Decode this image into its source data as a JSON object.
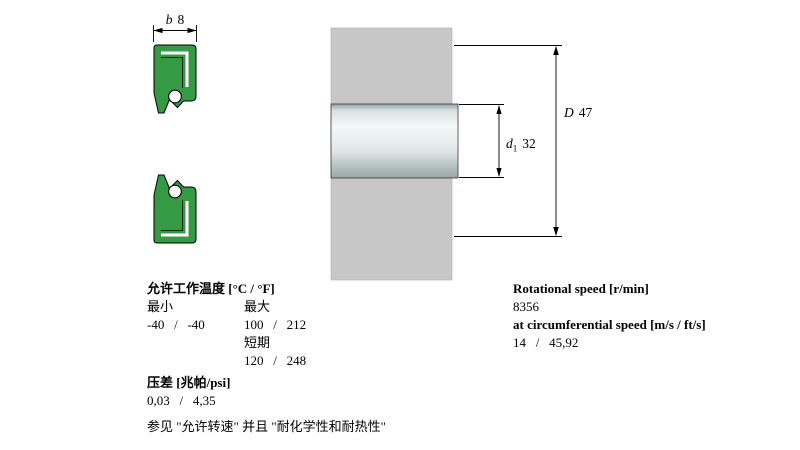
{
  "dimensions": {
    "seal_width": {
      "symbol": "b",
      "value": "8"
    },
    "housing_bore": {
      "symbol": "D",
      "value": "47"
    },
    "shaft": {
      "symbol": "d",
      "subscript": "1",
      "value": "32"
    }
  },
  "colors": {
    "seal_green": "#349b44",
    "housing_gray": "#c7c7c7"
  },
  "temperature": {
    "heading": "允许工作温度 [°C / °F]",
    "min_label": "最小",
    "max_label": "最大",
    "min_values": "-40   /   -40",
    "max_values": "100   /   212",
    "short_term_label": "短期",
    "short_term_values": "120   /   248"
  },
  "pressure": {
    "heading": "压差 [兆帕/psi]",
    "values": "0,03   /   4,35"
  },
  "note": "参见 \"允许转速\" 并且 \"耐化学性和耐热性\"",
  "speed": {
    "rotational_heading": "Rotational speed [r/min]",
    "rotational_value": "8356",
    "circumferential_heading": "at circumferential speed [m/s / ft/s]",
    "circumferential_value": "14   /   45,92"
  }
}
